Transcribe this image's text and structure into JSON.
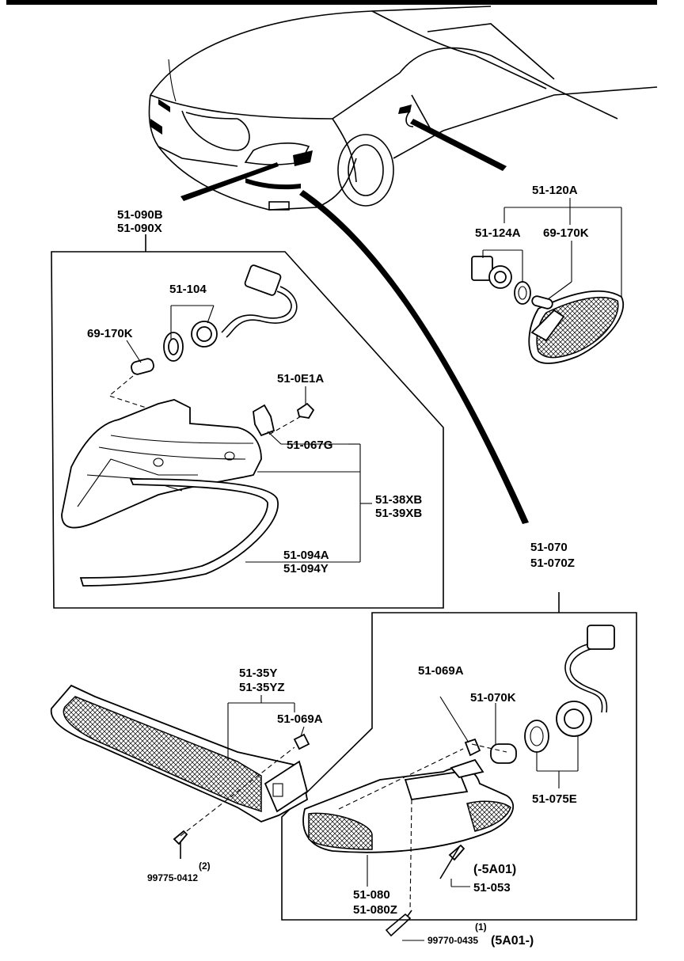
{
  "labels": {
    "l_51_090B": "51-090B",
    "l_51_090X": "51-090X",
    "l_51_104": "51-104",
    "l_69_170K_a": "69-170K",
    "l_51_0E1A": "51-0E1A",
    "l_51_067G": "51-067G",
    "l_51_38XB": "51-38XB",
    "l_51_39XB": "51-39XB",
    "l_51_094A": "51-094A",
    "l_51_094Y": "51-094Y",
    "l_51_120A": "51-120A",
    "l_51_124A": "51-124A",
    "l_69_170K_b": "69-170K",
    "l_51_070": "51-070",
    "l_51_070Z": "51-070Z",
    "l_51_35Y": "51-35Y",
    "l_51_35YZ": "51-35YZ",
    "l_51_069A_a": "51-069A",
    "l_2": "(2)",
    "l_99775_0412": "99775-0412",
    "l_51_069A_b": "51-069A",
    "l_51_070K": "51-070K",
    "l_51_075E": "51-075E",
    "l_5A01_a": "(-5A01)",
    "l_51_053": "51-053",
    "l_51_080": "51-080",
    "l_51_080Z": "51-080Z",
    "l_1": "(1)",
    "l_99770_0435": "99770-0435",
    "l_5A01_b": "(5A01-)"
  }
}
